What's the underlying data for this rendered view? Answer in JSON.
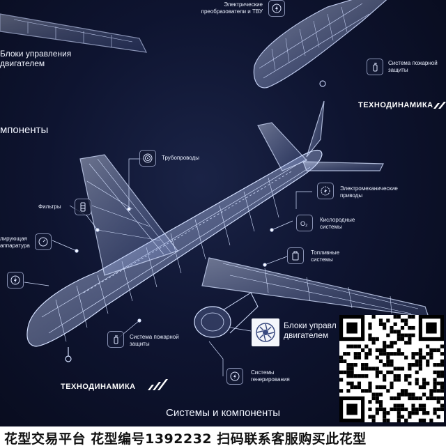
{
  "labels": {
    "top_electrical": "Электрические\nпреобразователи и ТВУ",
    "top_engine_blocks": "Блоки управления\nдвигателем",
    "top_fire": "Система пожарной\nзащиты",
    "top_brand": "ТЕХНОДИНАМИКА",
    "heading_left": "мпоненты",
    "pipes": "Трубопроводы",
    "filters": "Фильтры",
    "regulating": "лирующая\nаппаратура",
    "electromech": "Электромеханические\nприводы",
    "oxygen": "Кислородные\nсистемы",
    "fuel": "Топливные\nсистемы",
    "engine_blocks_main": "Блоки управл\nдвигателем",
    "fire_main": "Система пожарной\nзащиты",
    "generation": "Системы\nгенерирования",
    "brand_main": "ТЕХНОДИНАМИКА",
    "bottom_heading": "Системы и компоненты",
    "oxygen_symbol": "O₂"
  },
  "footer": {
    "text": "花型交易平台 花型编号1392232 扫码联系客服购买此花型"
  },
  "colors": {
    "background": "#0e1430",
    "wireframe": "#c8d6ff",
    "accent": "#ffffff",
    "footer_bg": "#ffffff"
  }
}
